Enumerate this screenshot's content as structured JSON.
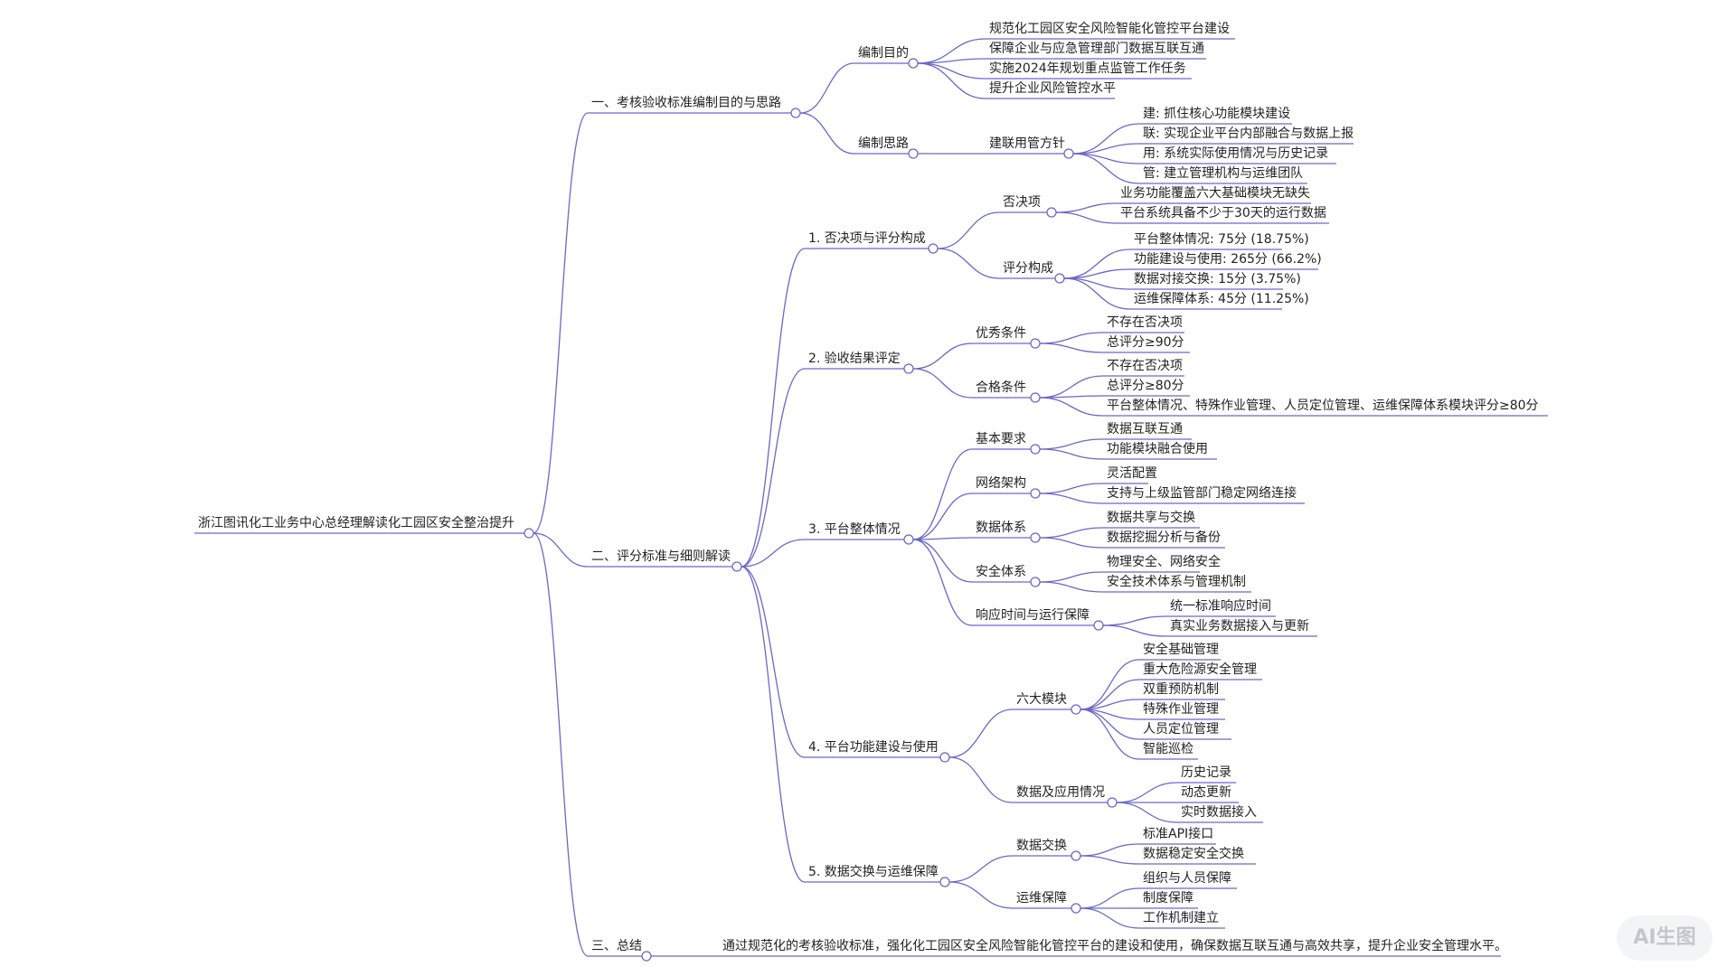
{
  "colors": {
    "line": "#6b67c9",
    "text": "#222222",
    "underline": "#6b67c9"
  },
  "watermark": "AI生图",
  "mindmap": {
    "root": {
      "label": "浙江图讯化工业务中心总经理解读化工园区安全整治提升",
      "children": [
        {
          "label": "一、考核验收标准编制目的与思路",
          "children": [
            {
              "label": "编制目的",
              "children": [
                {
                  "label": "规范化工园区安全风险智能化管控平台建设"
                },
                {
                  "label": "保障企业与应急管理部门数据互联互通"
                },
                {
                  "label": "实施2024年规划重点监管工作任务"
                },
                {
                  "label": "提升企业风险管控水平"
                }
              ]
            },
            {
              "label": "编制思路",
              "children": [
                {
                  "label": "建联用管方针",
                  "children": [
                    {
                      "label": "建: 抓住核心功能模块建设"
                    },
                    {
                      "label": "联: 实现企业平台内部融合与数据上报"
                    },
                    {
                      "label": "用: 系统实际使用情况与历史记录"
                    },
                    {
                      "label": "管: 建立管理机构与运维团队"
                    }
                  ]
                }
              ]
            }
          ]
        },
        {
          "label": "二、评分标准与细则解读",
          "children": [
            {
              "label": "1. 否决项与评分构成",
              "children": [
                {
                  "label": "否决项",
                  "children": [
                    {
                      "label": "业务功能覆盖六大基础模块无缺失"
                    },
                    {
                      "label": "平台系统具备不少于30天的运行数据"
                    }
                  ]
                },
                {
                  "label": "评分构成",
                  "children": [
                    {
                      "label": "平台整体情况: 75分 (18.75%)"
                    },
                    {
                      "label": "功能建设与使用: 265分 (66.2%)"
                    },
                    {
                      "label": "数据对接交换: 15分 (3.75%)"
                    },
                    {
                      "label": "运维保障体系: 45分 (11.25%)"
                    }
                  ]
                }
              ]
            },
            {
              "label": "2. 验收结果评定",
              "children": [
                {
                  "label": "优秀条件",
                  "children": [
                    {
                      "label": "不存在否决项"
                    },
                    {
                      "label": "总评分≥90分"
                    }
                  ]
                },
                {
                  "label": "合格条件",
                  "children": [
                    {
                      "label": "不存在否决项"
                    },
                    {
                      "label": "总评分≥80分"
                    },
                    {
                      "label": "平台整体情况、特殊作业管理、人员定位管理、运维保障体系模块评分≥80分"
                    }
                  ]
                }
              ]
            },
            {
              "label": "3. 平台整体情况",
              "children": [
                {
                  "label": "基本要求",
                  "children": [
                    {
                      "label": "数据互联互通"
                    },
                    {
                      "label": "功能模块融合使用"
                    }
                  ]
                },
                {
                  "label": "网络架构",
                  "children": [
                    {
                      "label": "灵活配置"
                    },
                    {
                      "label": "支持与上级监管部门稳定网络连接"
                    }
                  ]
                },
                {
                  "label": "数据体系",
                  "children": [
                    {
                      "label": "数据共享与交换"
                    },
                    {
                      "label": "数据挖掘分析与备份"
                    }
                  ]
                },
                {
                  "label": "安全体系",
                  "children": [
                    {
                      "label": "物理安全、网络安全"
                    },
                    {
                      "label": "安全技术体系与管理机制"
                    }
                  ]
                },
                {
                  "label": "响应时间与运行保障",
                  "children": [
                    {
                      "label": "统一标准响应时间"
                    },
                    {
                      "label": "真实业务数据接入与更新"
                    }
                  ]
                }
              ]
            },
            {
              "label": "4. 平台功能建设与使用",
              "children": [
                {
                  "label": "六大模块",
                  "children": [
                    {
                      "label": "安全基础管理"
                    },
                    {
                      "label": "重大危险源安全管理"
                    },
                    {
                      "label": "双重预防机制"
                    },
                    {
                      "label": "特殊作业管理"
                    },
                    {
                      "label": "人员定位管理"
                    },
                    {
                      "label": "智能巡检"
                    }
                  ]
                },
                {
                  "label": "数据及应用情况",
                  "children": [
                    {
                      "label": "历史记录"
                    },
                    {
                      "label": "动态更新"
                    },
                    {
                      "label": "实时数据接入"
                    }
                  ]
                }
              ]
            },
            {
              "label": "5. 数据交换与运维保障",
              "children": [
                {
                  "label": "数据交换",
                  "children": [
                    {
                      "label": "标准API接口"
                    },
                    {
                      "label": "数据稳定安全交换"
                    }
                  ]
                },
                {
                  "label": "运维保障",
                  "children": [
                    {
                      "label": "组织与人员保障"
                    },
                    {
                      "label": "制度保障"
                    },
                    {
                      "label": "工作机制建立"
                    }
                  ]
                }
              ]
            }
          ]
        },
        {
          "label": "三、总结",
          "children": [
            {
              "label": "通过规范化的考核验收标准，强化化工园区安全风险智能化管控平台的建设和使用，确保数据互联互通与高效共享，提升企业安全管理水平。"
            }
          ]
        }
      ]
    }
  }
}
